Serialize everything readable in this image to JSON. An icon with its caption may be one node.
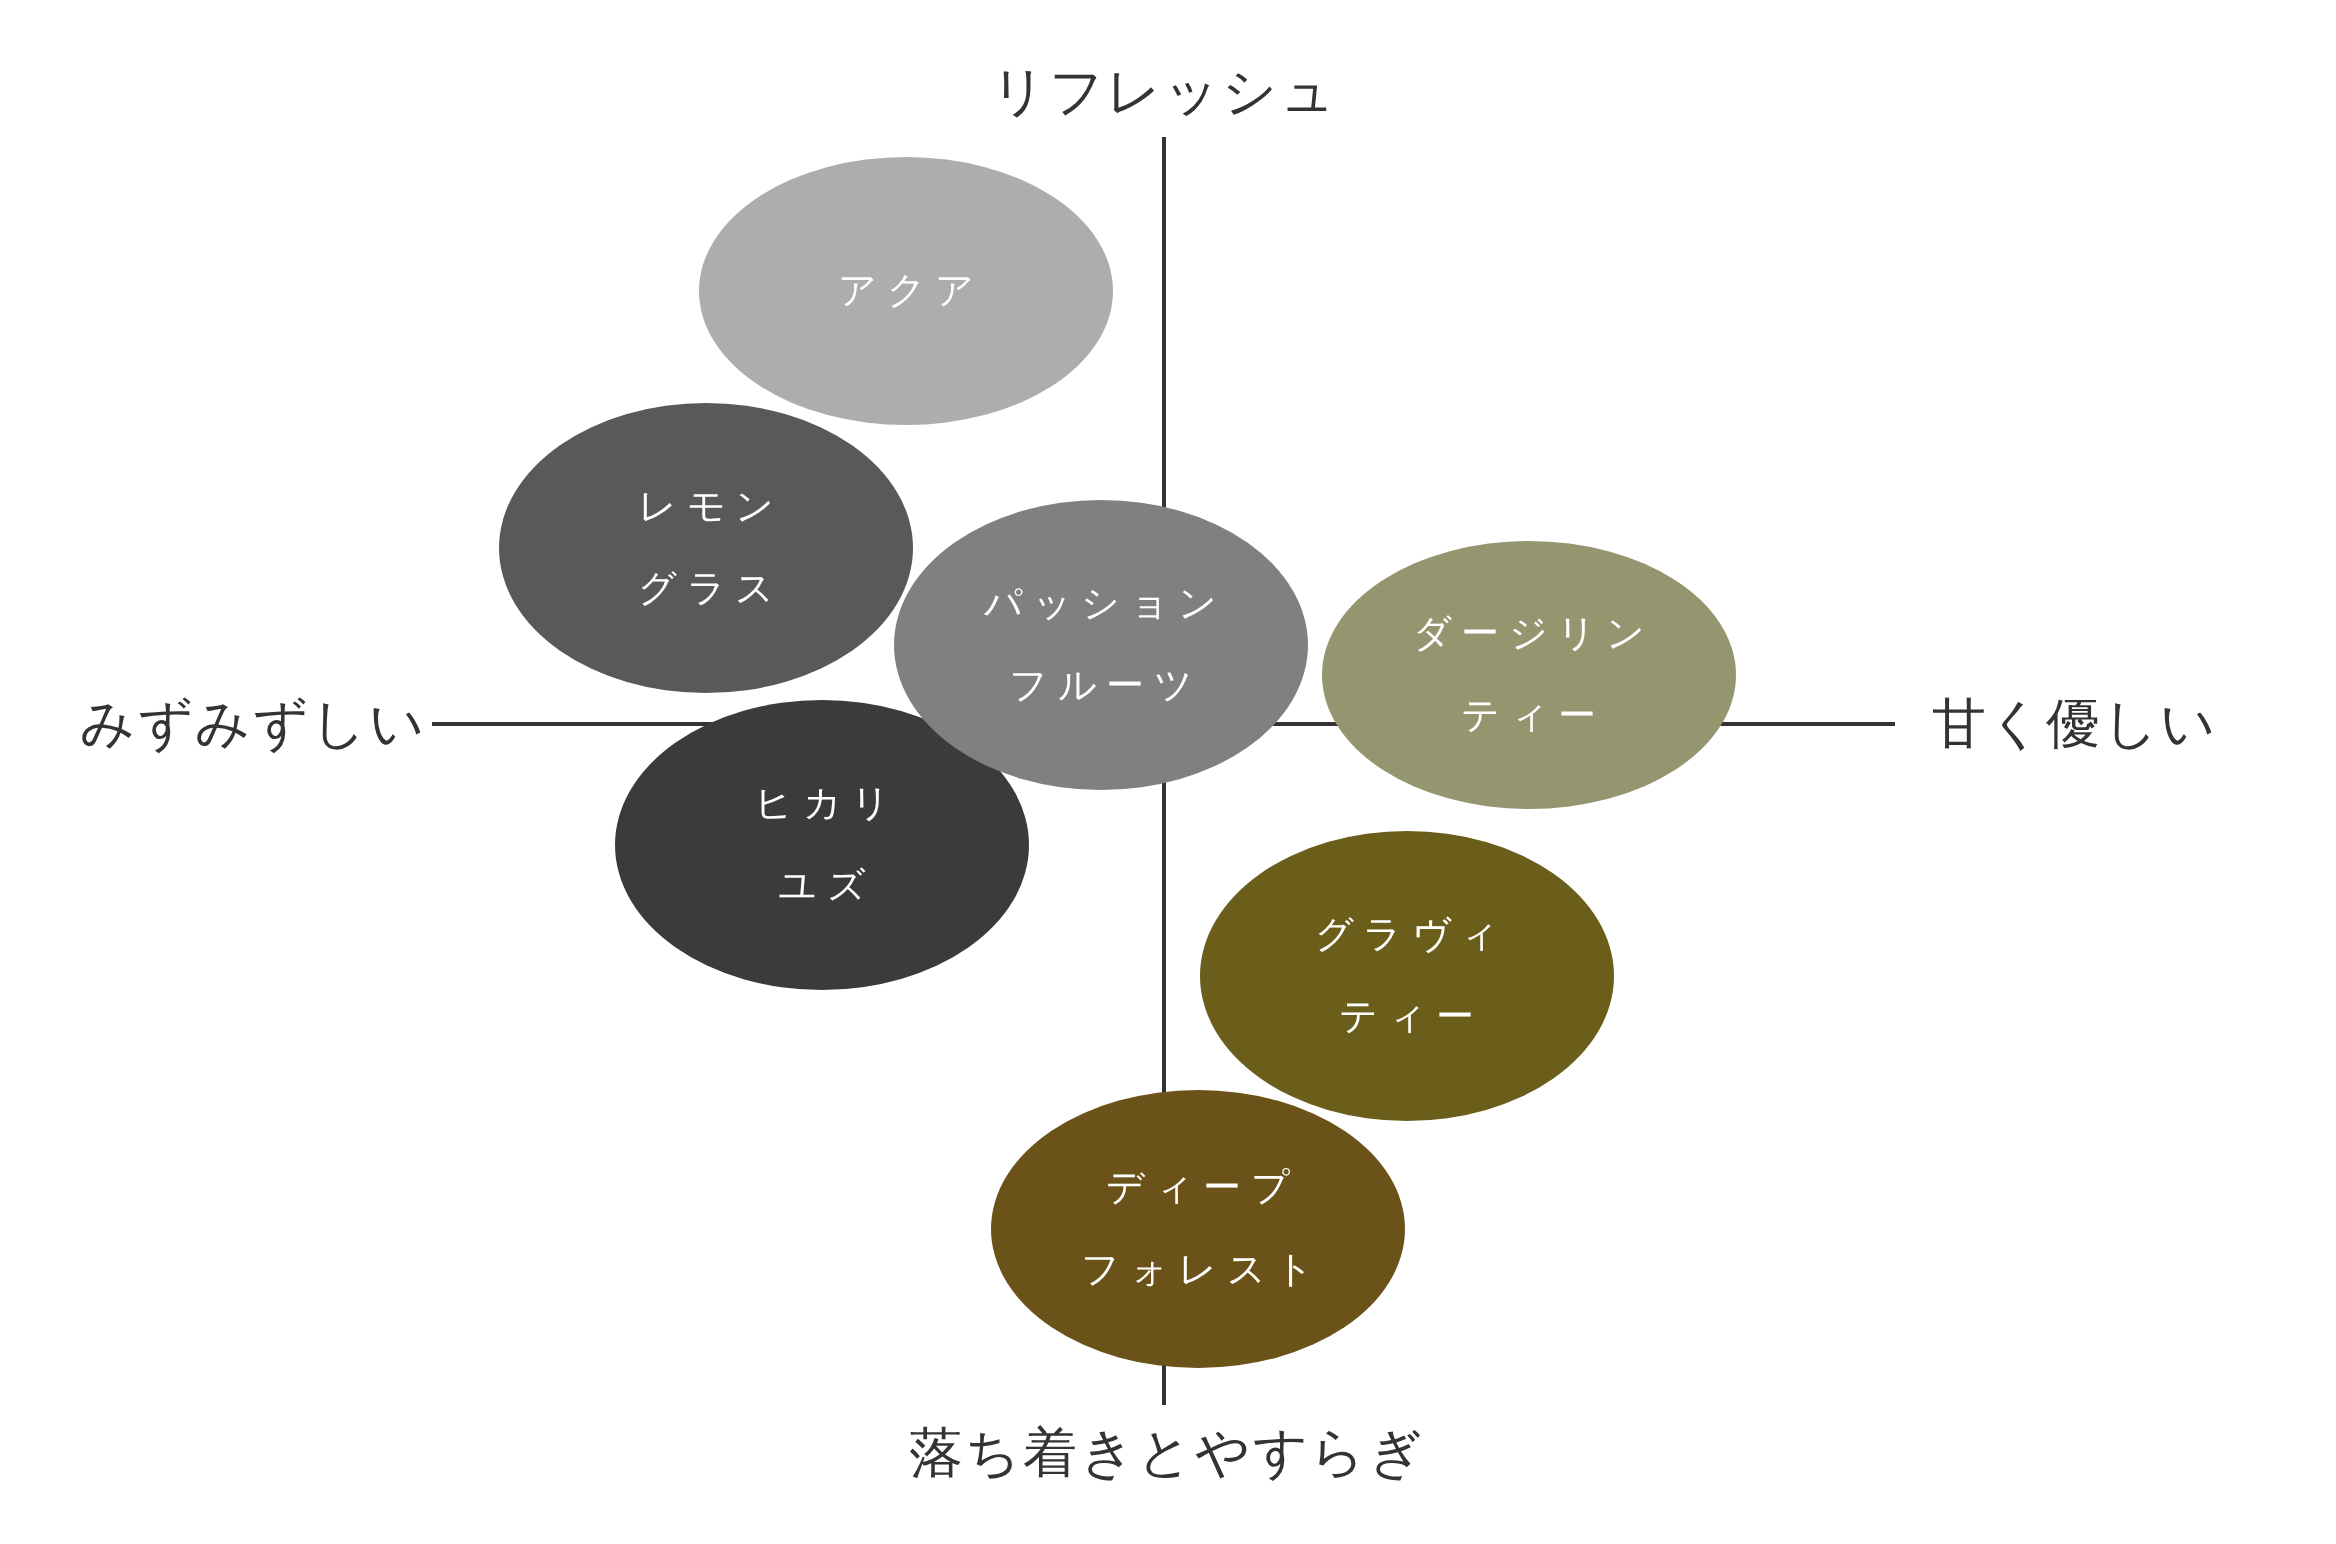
{
  "diagram": {
    "nodes": [
      {
        "text": [
          "アクア"
        ]
      },
      {
        "text": [
          "レモングラス"
        ]
      },
      {
        "text": [
          "パッションフルーツ"
        ]
      },
      {
        "text": [
          "ダージリンティー"
        ]
      },
      {
        "text": [
          "ヒカリユズ"
        ]
      },
      {
        "text": [
          "グラヴィティー"
        ]
      },
      {
        "text": [
          "ディープフォレスト"
        ]
      }
    ],
    "edges": [],
    "labels": [
      "リフレッシュ",
      "みずみずしい",
      "甘く優しい",
      "落ち着きとやすらぎ"
    ]
  }
}
